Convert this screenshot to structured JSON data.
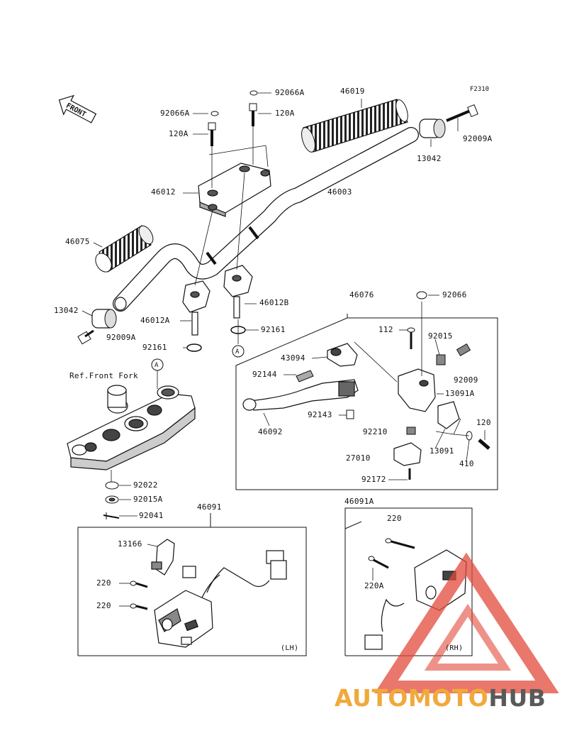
{
  "figure_code": "F2310",
  "front_label": "FRONT",
  "parts": {
    "p46019": "46019",
    "p92066A_top": "92066A",
    "p92066A_left": "92066A",
    "p120A_top": "120A",
    "p120A_left": "120A",
    "p46012": "46012",
    "p46003": "46003",
    "p13042_right": "13042",
    "p92009A_right": "92009A",
    "p46075": "46075",
    "p13042_left": "13042",
    "p92009A_left": "92009A",
    "p46012A": "46012A",
    "p46012B": "46012B",
    "p92161_left": "92161",
    "p92161_right": "92161",
    "p46076": "46076",
    "p92066": "92066",
    "p112": "112",
    "p92015": "92015",
    "p43094": "43094",
    "p92144": "92144",
    "p92009": "92009",
    "p13091A": "13091A",
    "p92143": "92143",
    "p46092": "46092",
    "p92210": "92210",
    "p120": "120",
    "p13091": "13091",
    "p410": "410",
    "p27010": "27010",
    "p92172": "92172",
    "ref_front_fork": "Ref.Front Fork",
    "p92022": "92022",
    "p92015A": "92015A",
    "p92041": "92041",
    "p46091": "46091",
    "p13166": "13166",
    "p220_a": "220",
    "p220_b": "220",
    "lh": "(LH)",
    "p46091A": "46091A",
    "p220_rh": "220",
    "p220A": "220A",
    "rh": "(RH)",
    "marker_a": "A"
  },
  "watermark": {
    "part1": "AUTOMOTO",
    "part2": "HUB",
    "color1": "#f0a93a",
    "color2": "#5a5a5a",
    "triangle_color": "#e24a3a"
  }
}
